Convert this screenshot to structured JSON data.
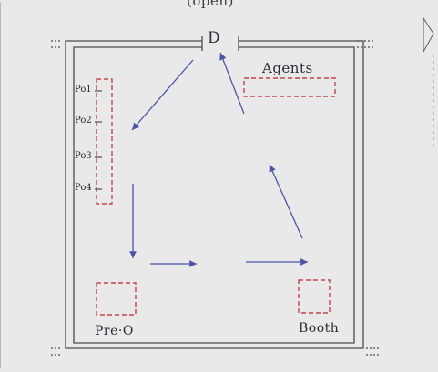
{
  "diagram": {
    "top_note": "(open)",
    "door_label": "D",
    "agents_label": "Agents",
    "pre_o_label": "Pre·O",
    "booth_label": "Booth",
    "position_labels": [
      "Po1",
      "Po2",
      "Po3",
      "Po4"
    ]
  },
  "colors": {
    "paper": "#e9e9ea",
    "room_wall": "#4a4a52",
    "dashed_zone": "#c8434d",
    "flow_arrow": "#4a55a8",
    "ink": "#2b2b35"
  }
}
